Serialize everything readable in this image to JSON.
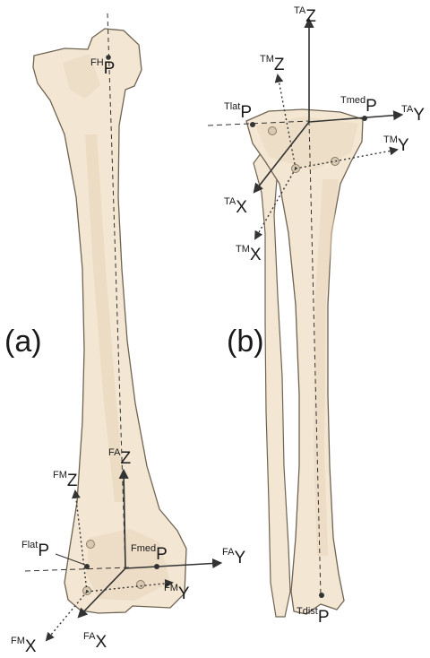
{
  "panels": {
    "a": {
      "label": "(a)"
    },
    "b": {
      "label": "(b)"
    }
  },
  "femur": {
    "FM_P": {
      "sup": "FH",
      "main": "P"
    },
    "FA_Z": {
      "sup": "FA",
      "main": "Z"
    },
    "FM_Z": {
      "sup": "FM",
      "main": "Z"
    },
    "Flat_P": {
      "sup": "Flat",
      "main": "P"
    },
    "Fmed_P": {
      "sup": "Fmed",
      "main": "P"
    },
    "FA_Y": {
      "sup": "FA",
      "main": "Y"
    },
    "FM_Y": {
      "sup": "FM",
      "main": "Y"
    },
    "FM_X": {
      "sup": "FM",
      "main": "X"
    },
    "FA_X": {
      "sup": "FA",
      "main": "X"
    }
  },
  "tibia": {
    "TA_Z": {
      "sup": "TA",
      "main": "Z"
    },
    "TM_Z": {
      "sup": "TM",
      "main": "Z"
    },
    "Tlat_P": {
      "sup": "Tlat",
      "main": "P"
    },
    "Tmed_P": {
      "sup": "Tmed",
      "main": "P"
    },
    "TA_Y": {
      "sup": "TA",
      "main": "Y"
    },
    "TM_Y": {
      "sup": "TM",
      "main": "Y"
    },
    "TA_X": {
      "sup": "TA",
      "main": "X"
    },
    "TM_X": {
      "sup": "TM",
      "main": "X"
    },
    "Tdist_P": {
      "sup": "Tdist",
      "main": "P"
    }
  },
  "colors": {
    "bone_fill": "#f3e6d2",
    "bone_shade": "#e7d5bb",
    "bone_outline": "#6f6352",
    "axis": "#333333",
    "marker": "#d8c8b0"
  }
}
